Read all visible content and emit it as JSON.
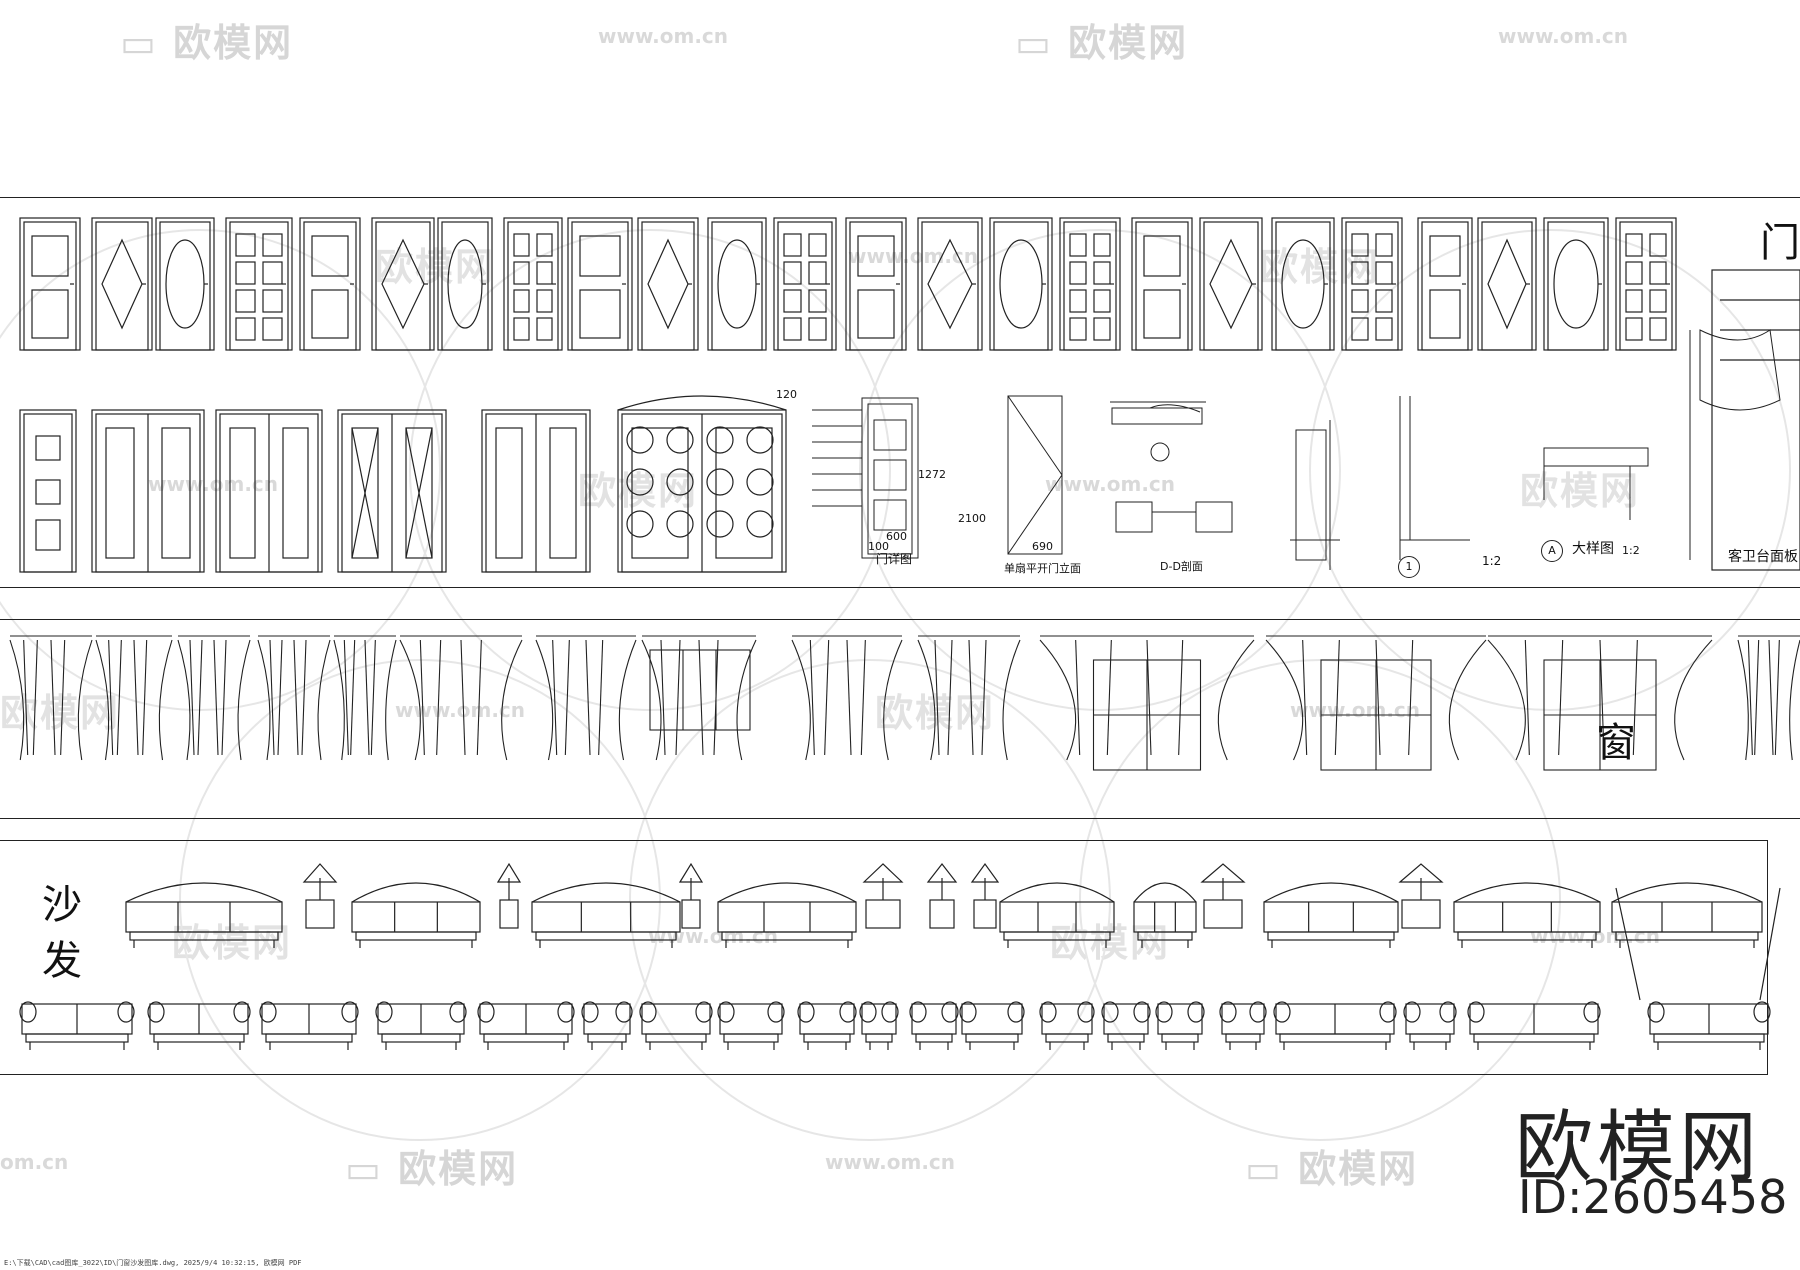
{
  "watermark": {
    "text": "欧模网",
    "url": "www.om.cn",
    "url_short": "om.cn"
  },
  "sections": {
    "doors": {
      "title": "门"
    },
    "windows": {
      "title": "窗"
    },
    "sofas": {
      "title_line1": "沙",
      "title_line2": "发"
    }
  },
  "door_labels": {
    "detail": "门详图",
    "elevation": "单扇平开门立面",
    "section_dd": "D-D剖面",
    "node_1": "1",
    "scale_1": "1:2",
    "node_a": "A",
    "large_detail": "大样图",
    "scale_a": "1:2",
    "bathroom": "客卫台面板"
  },
  "dims": {
    "d1": "120",
    "d2": "2100",
    "d3": "600",
    "d4": "1272",
    "d5": "100",
    "d6": "690"
  },
  "brand": {
    "name": "欧模网",
    "id": "ID:2605458"
  },
  "footer_text": "E:\\下载\\CAD\\cad图库_3022\\ID\\门窗沙发图库.dwg, 2025/9/4 10:32:15, 欧模网 PDF",
  "colors": {
    "line": "#222222",
    "watermark": "#d6d6d6",
    "background": "#ffffff"
  }
}
